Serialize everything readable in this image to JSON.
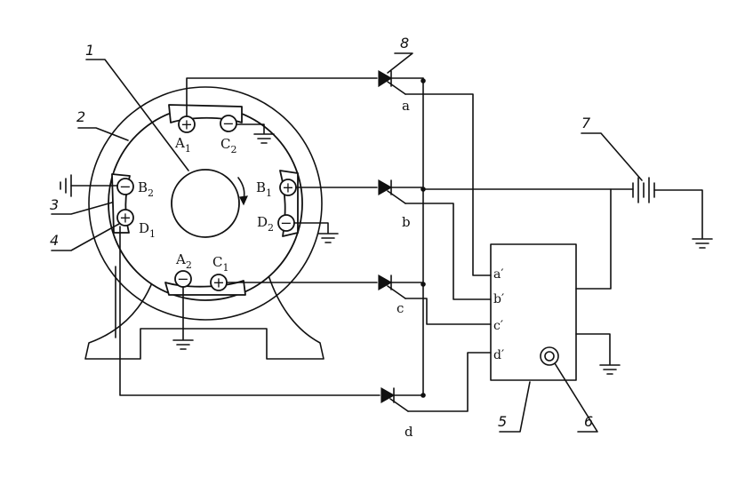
{
  "numbers": {
    "n1": "1",
    "n2": "2",
    "n3": "3",
    "n4": "4",
    "n5": "5",
    "n6": "6",
    "n7": "7",
    "n8": "8"
  },
  "brushes": {
    "A1": {
      "letter": "A",
      "sub": "1",
      "sign": "+"
    },
    "C2": {
      "letter": "C",
      "sub": "2",
      "sign": "−"
    },
    "B1": {
      "letter": "B",
      "sub": "1",
      "sign": "+"
    },
    "D2": {
      "letter": "D",
      "sub": "2",
      "sign": "−"
    },
    "A2": {
      "letter": "A",
      "sub": "2",
      "sign": "−"
    },
    "C1": {
      "letter": "C",
      "sub": "1",
      "sign": "+"
    },
    "B2": {
      "letter": "B",
      "sub": "2",
      "sign": "−"
    },
    "D1": {
      "letter": "D",
      "sub": "1",
      "sign": "+"
    }
  },
  "diodes": {
    "a": "a",
    "b": "b",
    "c": "c",
    "d": "d"
  },
  "controller_inputs": {
    "a": "a′",
    "b": "b′",
    "c": "c′",
    "d": "d′"
  }
}
